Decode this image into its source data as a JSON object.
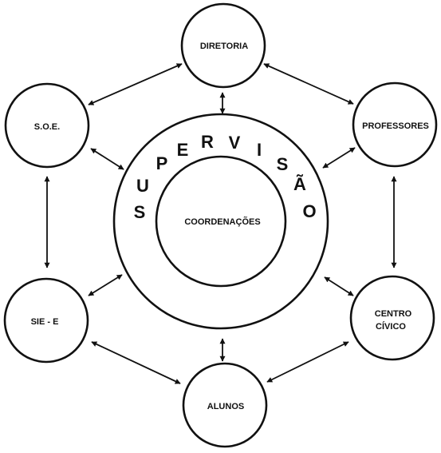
{
  "center": {
    "inner_label": "COORDENAÇÕES",
    "ring_letters": [
      "S",
      "U",
      "P",
      "E",
      "R",
      "V",
      "I",
      "S",
      "Ã",
      "O"
    ]
  },
  "nodes": {
    "diretoria": {
      "label": [
        "DIRETORIA"
      ]
    },
    "professores": {
      "label": [
        "PROFESSORES"
      ]
    },
    "centro_civico": {
      "label": [
        "CENTRO",
        "CÍVICO"
      ]
    },
    "alunos": {
      "label": [
        "ALUNOS"
      ]
    },
    "sie_e": {
      "label": [
        "SIE - E"
      ]
    },
    "soe": {
      "label": [
        "S.O.E."
      ]
    }
  }
}
